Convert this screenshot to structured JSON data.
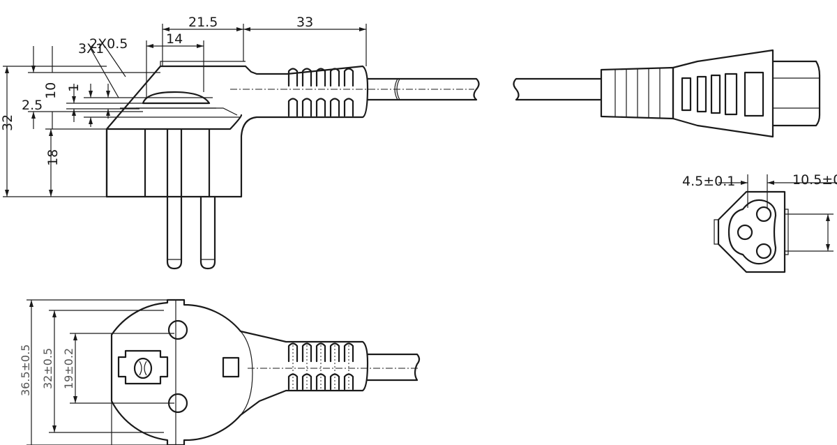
{
  "side_view": {
    "dims": {
      "d_21_5": "21.5",
      "d_33": "33",
      "d_14": "14",
      "d_2x0_5": "2X0.5",
      "d_3x1": "3X1",
      "d_10": "10",
      "d_1": "1",
      "d_2_5": "2.5",
      "d_32": "32",
      "d_18": "18"
    }
  },
  "front_view": {
    "dims": {
      "d_36_5": "36.5±0.5",
      "d_32": "32±0.5",
      "d_19": "19±0.2"
    }
  },
  "connector_face": {
    "dims": {
      "d_4_5": "4.5±0.1",
      "d_10_5": "10.5±0"
    }
  }
}
